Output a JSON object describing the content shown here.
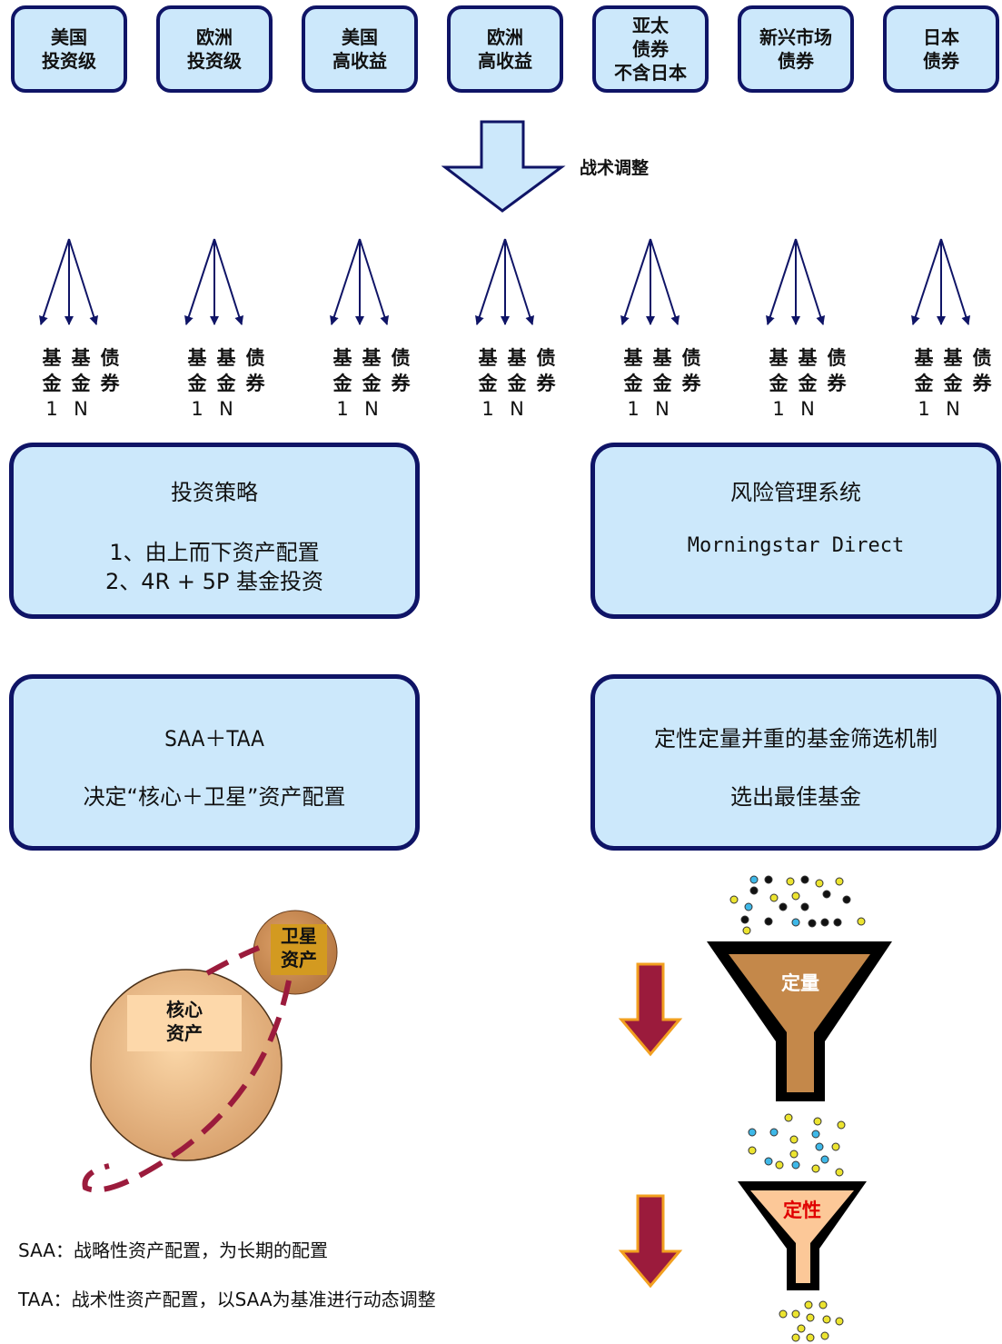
{
  "categories": [
    {
      "lines": [
        "美国",
        "投资级"
      ]
    },
    {
      "lines": [
        "欧洲",
        "投资级"
      ]
    },
    {
      "lines": [
        "美国",
        "高收益"
      ]
    },
    {
      "lines": [
        "欧洲",
        "高收益"
      ]
    },
    {
      "lines": [
        "亚太",
        "债券",
        "不含日本"
      ]
    },
    {
      "lines": [
        "新兴市场",
        "债券"
      ]
    },
    {
      "lines": [
        "日本",
        "债券"
      ]
    }
  ],
  "tactical_label": "战术调整",
  "fund_labels": {
    "col1": [
      "基",
      "金",
      "1"
    ],
    "col2": [
      "基",
      "金",
      "N"
    ],
    "col3": [
      "债",
      "券",
      ""
    ]
  },
  "strategy": {
    "title": "投资策略",
    "line1": "1、由上而下资产配置",
    "line2": "2、4R + 5P 基金投资"
  },
  "risk": {
    "title": "风险管理系统",
    "system": "Morningstar Direct"
  },
  "allocation": {
    "title": "SAA＋TAA",
    "subtitle": "决定“核心＋卫星”资产配置"
  },
  "screening": {
    "title": "定性定量并重的基金筛选机制",
    "subtitle": "选出最佳基金"
  },
  "satellite_label": [
    "卫星",
    "资产"
  ],
  "core_label": [
    "核心",
    "资产"
  ],
  "notes": {
    "saa": "SAA：战略性资产配置，为长期的配置",
    "taa": "TAA：战术性资产配置，以SAA为基准进行动态调整"
  },
  "funnel": {
    "quant_label": "定量",
    "qual_label": "定性"
  },
  "colors": {
    "box_fill": "#cce8fb",
    "box_border": "#0f1466",
    "arrow_red": "#9b1b3c",
    "arrow_outline": "#f2a020",
    "funnel_black": "#000000",
    "funnel_brown": "#c4884a",
    "funnel_peach": "#fcc898",
    "qual_text": "#e00000",
    "dot_black": "#111111",
    "dot_cyan": "#3eb8e8",
    "dot_yellow": "#ece430"
  }
}
